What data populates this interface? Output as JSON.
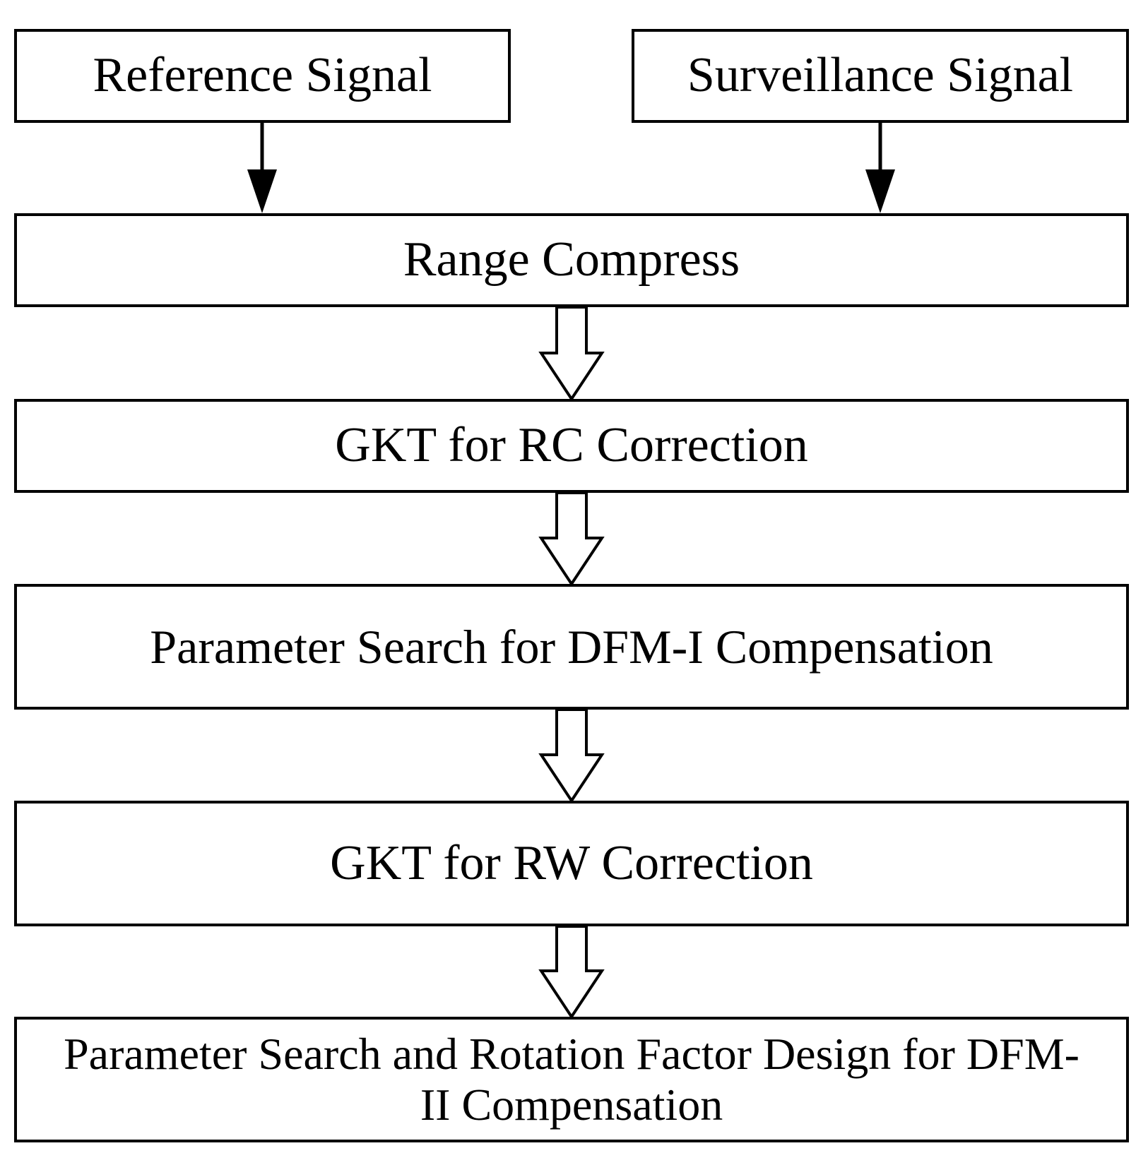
{
  "boxes": {
    "reference_signal": "Reference Signal",
    "surveillance_signal": "Surveillance Signal",
    "range_compress": "Range Compress",
    "gkt_rc": "GKT for RC Correction",
    "param_dfm1": "Parameter Search for DFM-I Compensation",
    "gkt_rw": "GKT for RW Correction",
    "param_dfm2": "Parameter Search and Rotation Factor Design for DFM-II Compensation"
  },
  "colors": {
    "stroke": "#000000",
    "fill": "#ffffff"
  }
}
